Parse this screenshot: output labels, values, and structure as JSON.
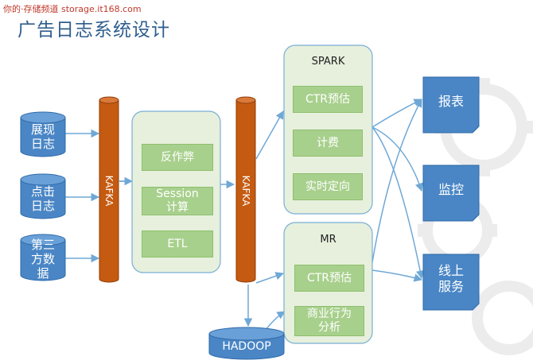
{
  "watermark": "你的·存储频道 storage.it168.com",
  "title": "广告日志系统设计",
  "sources": {
    "display_log": "展现\n日志",
    "click_log": "点击\n日志",
    "third_party": "第三\n方数\n据"
  },
  "kafka": {
    "left_label": "KAFKA",
    "right_label": "KAFKA"
  },
  "session_panel": {
    "anti_fraud": "反作弊",
    "session_calc": "Session\n计算",
    "etl": "ETL"
  },
  "spark_panel": {
    "title": "SPARK",
    "ctr": "CTR预估",
    "billing": "计费",
    "realtime_targeting": "实时定向"
  },
  "mr_panel": {
    "title": "MR",
    "ctr": "CTR预估",
    "behavior_analysis": "商业行为\n分析"
  },
  "hadoop": "HADOOP",
  "outputs": {
    "report": "报表",
    "monitor": "监控",
    "online_service": "线上\n服务"
  },
  "colors": {
    "title": "#2f5e8e",
    "cylinder_blue": "#4a86c5",
    "kafka_orange": "#c55a11",
    "panel_fill": "#e6f0dc",
    "panel_border": "#7aaed6",
    "green_box": "#a8d08d",
    "output_blue": "#4a86c5",
    "arrow": "#6fa8d6",
    "gear": "#e8e8e8"
  }
}
